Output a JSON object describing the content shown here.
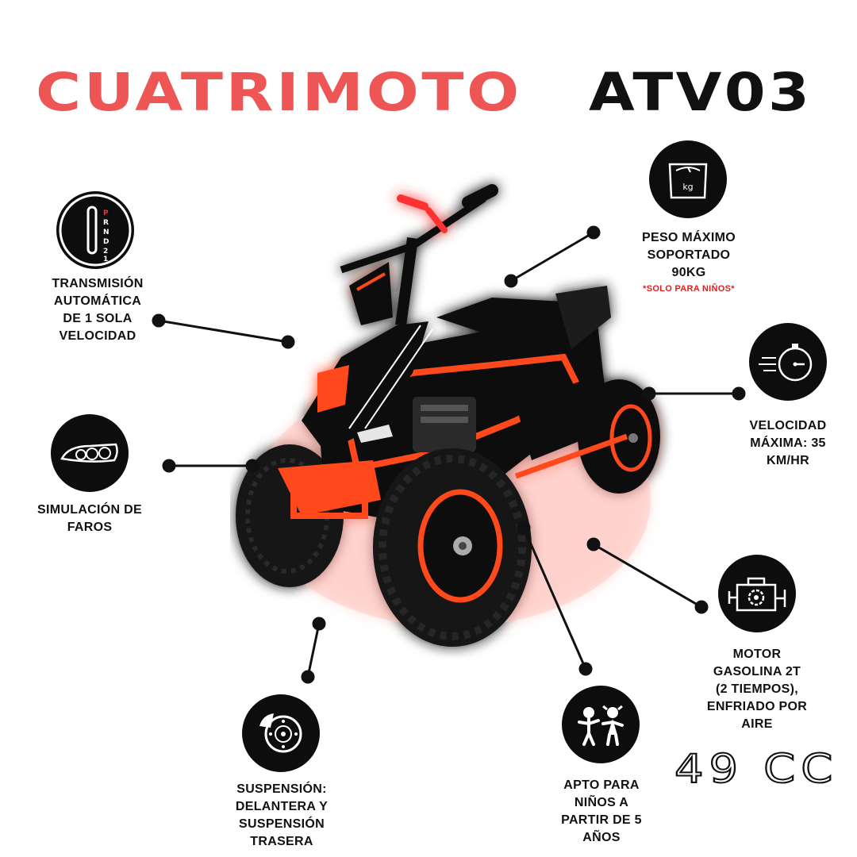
{
  "title": {
    "part1": "CUATRIMOTO",
    "part2": "ATV03"
  },
  "brand_colors": {
    "accent": "#ee5656",
    "dark": "#0d0d0d",
    "note": "#e02020",
    "atv_orange": "#ff4a1a"
  },
  "features": {
    "transmission": {
      "icon": "gear-shift-icon",
      "lines": [
        "TRANSMISIÓN",
        "AUTOMÁTICA",
        "DE 1 SOLA",
        "VELOCIDAD"
      ],
      "gear_letters": "PRND21"
    },
    "lights": {
      "icon": "headlights-icon",
      "lines": [
        "SIMULACIÓN DE",
        "FAROS"
      ]
    },
    "suspension": {
      "icon": "brake-disc-icon",
      "lines": [
        "SUSPENSIÓN:",
        "DELANTERA Y",
        "SUSPENSIÓN",
        "TRASERA"
      ]
    },
    "weight": {
      "icon": "scale-icon",
      "icon_text": "kg",
      "lines": [
        "PESO MÁXIMO",
        "SOPORTADO",
        "90KG"
      ],
      "note": "*SOLO PARA NIÑOS*"
    },
    "speed": {
      "icon": "stopwatch-icon",
      "lines": [
        "VELOCIDAD",
        "MÁXIMA: 35",
        "KM/HR"
      ]
    },
    "engine": {
      "icon": "engine-icon",
      "lines": [
        "MOTOR",
        "GASOLINA 2T",
        "(2 TIEMPOS),",
        "ENFRIADO POR",
        "AIRE"
      ]
    },
    "age": {
      "icon": "kids-icon",
      "lines": [
        "APTO PARA",
        "NIÑOS A",
        "PARTIR DE 5",
        "AÑOS"
      ]
    }
  },
  "displacement": "49 CC"
}
